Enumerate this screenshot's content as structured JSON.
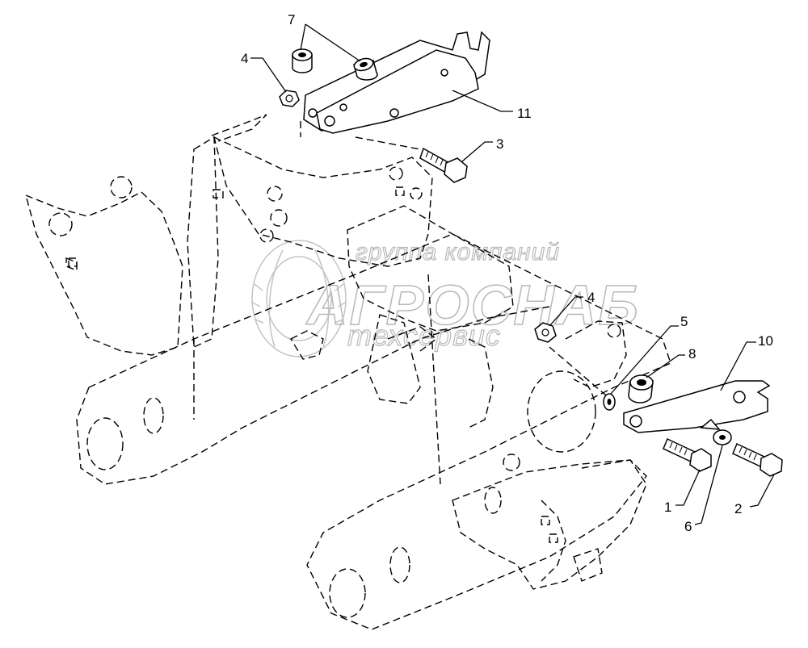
{
  "watermark": {
    "line1": "группа компаний",
    "line2": "АГРОСНАБ",
    "line3": "техсервис"
  },
  "callouts": {
    "c1": "1",
    "c2": "2",
    "c3": "3",
    "c4a": "4",
    "c4b": "4",
    "c5": "5",
    "c6": "6",
    "c7": "7",
    "c8": "8",
    "c10": "10",
    "c11": "11"
  }
}
